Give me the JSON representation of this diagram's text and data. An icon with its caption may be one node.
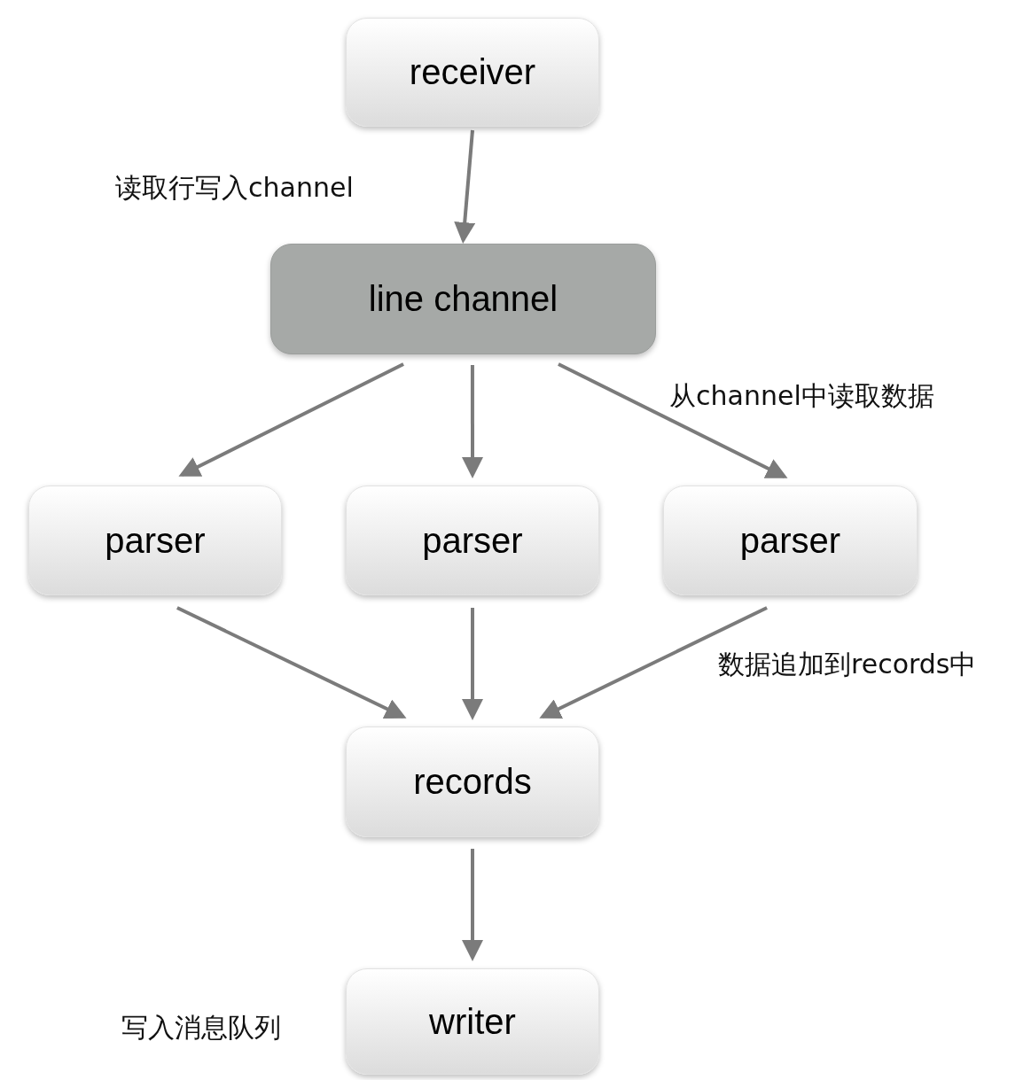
{
  "diagram": {
    "nodes": [
      {
        "text": [
          "receiver"
        ]
      },
      {
        "text": [
          "line channel"
        ]
      },
      {
        "text": [
          "parser"
        ]
      },
      {
        "text": [
          "parser"
        ]
      },
      {
        "text": [
          "parser"
        ]
      },
      {
        "text": [
          "records"
        ]
      },
      {
        "text": [
          "writer"
        ],
        "beside": [
          "写入消息队列"
        ]
      }
    ],
    "edges": [
      {
        "from": 0,
        "to": 1,
        "arrow": "to",
        "label": "读取行写入channel"
      },
      {
        "from": 1,
        "to": 2,
        "arrow": "to"
      },
      {
        "from": 1,
        "to": 3,
        "arrow": "to"
      },
      {
        "from": 1,
        "to": 4,
        "arrow": "to",
        "label": "从channel中读取数据"
      },
      {
        "from": 2,
        "to": 5,
        "arrow": "to"
      },
      {
        "from": 3,
        "to": 5,
        "arrow": "to"
      },
      {
        "from": 4,
        "to": 5,
        "arrow": "to",
        "label": "数据追加到records中"
      },
      {
        "from": 5,
        "to": 6,
        "arrow": "to"
      }
    ]
  }
}
